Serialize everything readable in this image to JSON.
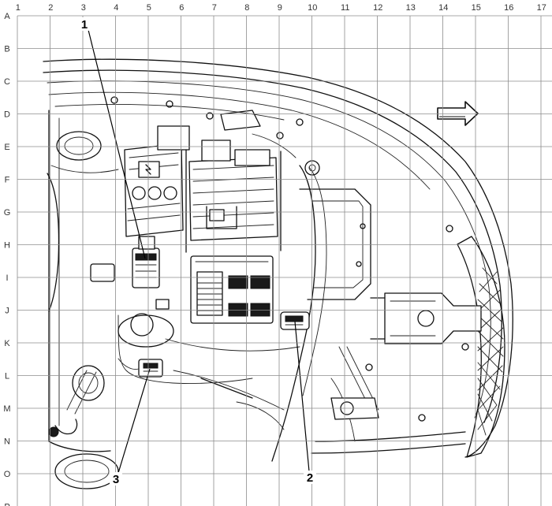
{
  "grid": {
    "columns": [
      "1",
      "2",
      "3",
      "4",
      "5",
      "6",
      "7",
      "8",
      "9",
      "10",
      "11",
      "12",
      "13",
      "14",
      "15",
      "16",
      "17"
    ],
    "rows": [
      "A",
      "B",
      "C",
      "D",
      "E",
      "F",
      "G",
      "H",
      "I",
      "J",
      "K",
      "L",
      "M",
      "N",
      "O",
      "P"
    ]
  },
  "callouts": [
    {
      "label": "1"
    },
    {
      "label": "2"
    },
    {
      "label": "3"
    }
  ],
  "icons": {
    "direction_arrow": "right-arrow-icon"
  }
}
